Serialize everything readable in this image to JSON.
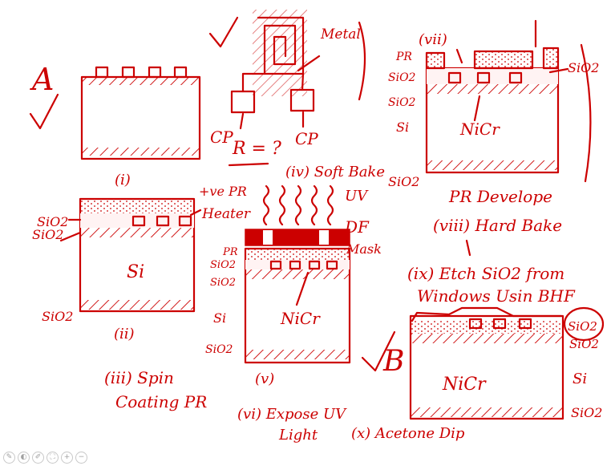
{
  "colors": {
    "ink": "#cc0000",
    "background": "#ffffff"
  },
  "labels": {
    "A": "A",
    "B": "B",
    "step_i": "(i)",
    "step_ii": "(ii)",
    "step_iii_line1": "(iii) Spin",
    "step_iii_line2": "Coating PR",
    "step_iv": "(iv) Soft Bake",
    "step_v": "(v)",
    "step_vi_line1": "(vi) Expose UV",
    "step_vi_line2": "Light",
    "step_vii": "(vii)",
    "step_viii": "(viii) Hard Bake",
    "step_ix_line1": "(ix) Etch SiO2 from",
    "step_ix_line2": "Windows Usin BHF",
    "step_x": "(x) Acetone Dip",
    "pr_develope": "PR Develope",
    "metal": "Metal",
    "cp_left": "CP",
    "cp_right": "CP",
    "r_question": "R = ?",
    "heater": "Heater",
    "ve_pr": "+ve PR",
    "uv": "UV",
    "df": "DF",
    "mask": "Mask",
    "si": "Si",
    "sio2": "SiO2",
    "pr": "PR",
    "nicr": "NiCr"
  },
  "toolbar": {
    "icons": [
      "pen-icon",
      "eraser-icon",
      "pencil-icon",
      "fit-icon",
      "zoom-in-icon",
      "zoom-out-icon"
    ],
    "glyphs": [
      "✎",
      "◐",
      "✐",
      "⛶",
      "+",
      "−"
    ]
  }
}
